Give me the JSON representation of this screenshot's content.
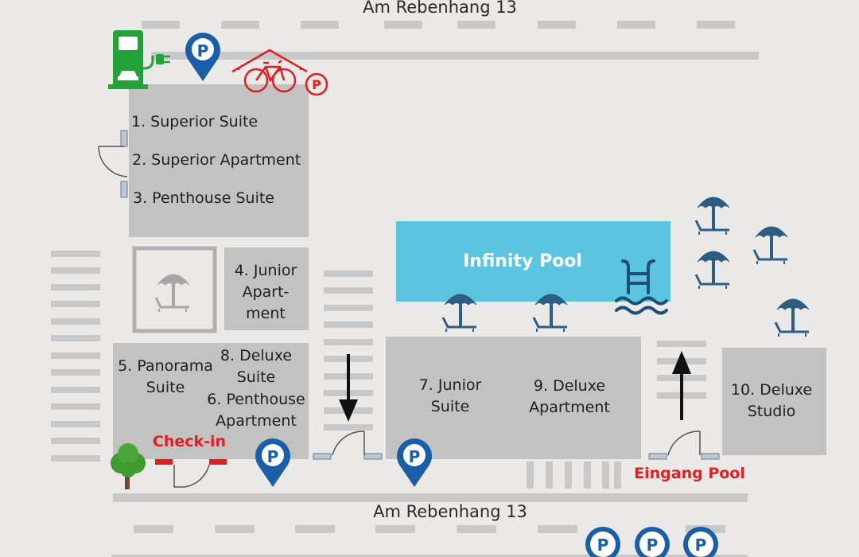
{
  "streets": {
    "top": "Am Rebenhang 13",
    "bottom": "Am Rebenhang 13"
  },
  "rooms": {
    "r1": "1. Superior Suite",
    "r2": "2. Superior Apartment",
    "r3": "3. Penthouse Suite",
    "r4": [
      "4. Junior",
      "Apart-",
      "ment"
    ],
    "r5": [
      "5. Panorama",
      "Suite"
    ],
    "r8": [
      "8. Deluxe",
      "Suite"
    ],
    "r6": [
      "6. Penthouse",
      "Apartment"
    ],
    "r7": [
      "7. Junior",
      "Suite"
    ],
    "r9": [
      "9. Deluxe",
      "Apartment"
    ],
    "r10": [
      "10. Deluxe",
      "Studio"
    ]
  },
  "pool": {
    "label": "Infinity Pool"
  },
  "labels": {
    "checkin": "Check-in",
    "pool_entrance": "Eingang Pool"
  },
  "parking_letter": "P",
  "colors": {
    "background": "#ebe9e8",
    "building": "#c2c2c2",
    "road": "#c8c8c8",
    "pool": "#5bc4e0",
    "parking": "#1a5ea8",
    "accent_red": "#e02020",
    "ev_green": "#22a33a",
    "umbrella": "#2d5d83"
  },
  "icons": [
    "ev-charger-icon",
    "parking-icon",
    "bike-parking-icon",
    "umbrella-lounger-icon",
    "swimming-pool-icon",
    "tree-icon",
    "arrow-icon",
    "door-icon"
  ]
}
